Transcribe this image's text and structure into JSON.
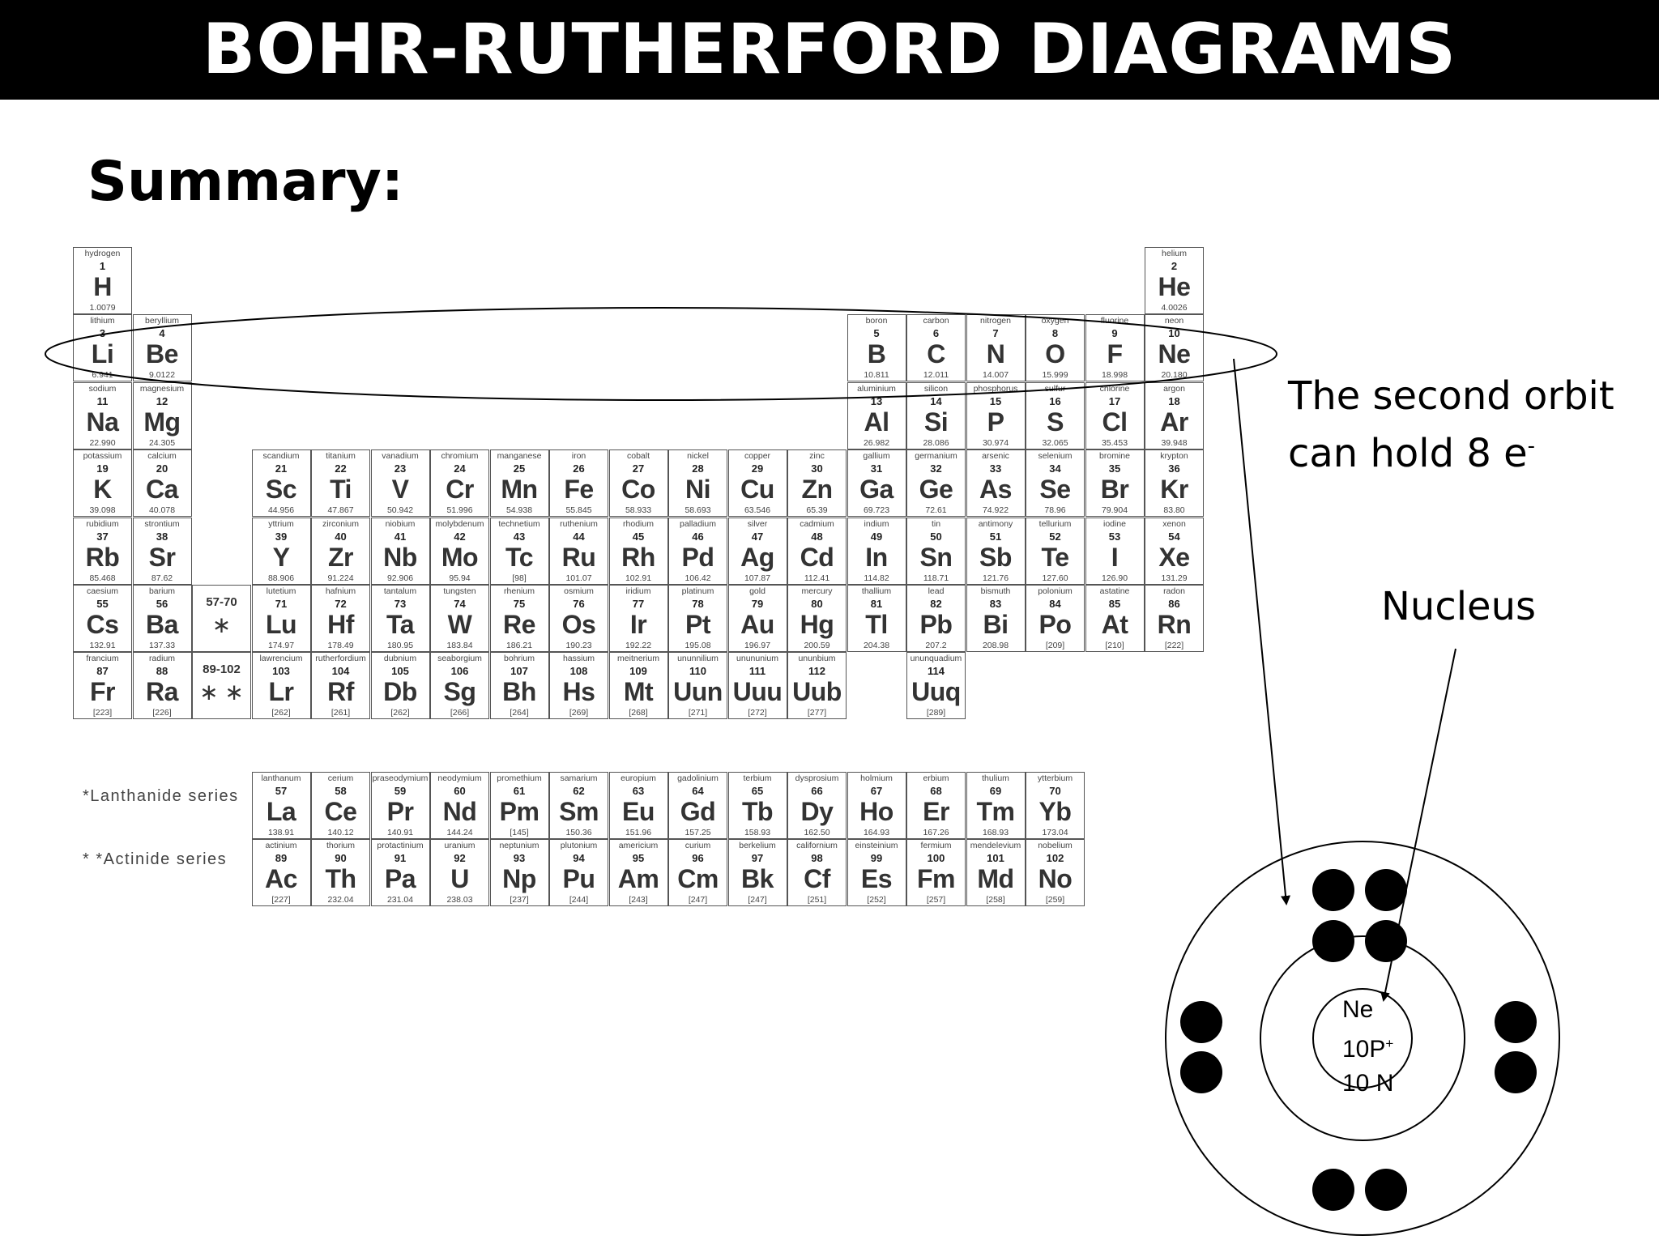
{
  "title": "BOHR-RUTHERFORD DIAGRAMS",
  "summary": "Summary:",
  "annotations": {
    "second_orbit_line1": "The second orbit",
    "second_orbit_line2": "can hold 8 e",
    "second_orbit_sup": "-",
    "nucleus": "Nucleus"
  },
  "atom": {
    "symbol": "Ne",
    "protons": "10P",
    "protons_sup": "+",
    "neutrons": "10 N",
    "orbit1_electrons": 2,
    "orbit2_electrons": 8
  },
  "series_labels": {
    "lanthanide": "*Lanthanide series",
    "actinide": "* *Actinide series"
  },
  "placeholders": [
    {
      "range": "57-70",
      "mark": "∗"
    },
    {
      "range": "89-102",
      "mark": "∗ ∗"
    }
  ],
  "elements": [
    {
      "n": "hydrogen",
      "z": "1",
      "s": "H",
      "m": "1.0079",
      "r": 1,
      "c": 1
    },
    {
      "n": "helium",
      "z": "2",
      "s": "He",
      "m": "4.0026",
      "r": 1,
      "c": 18
    },
    {
      "n": "lithium",
      "z": "3",
      "s": "Li",
      "m": "6.941",
      "r": 2,
      "c": 1
    },
    {
      "n": "beryllium",
      "z": "4",
      "s": "Be",
      "m": "9.0122",
      "r": 2,
      "c": 2
    },
    {
      "n": "boron",
      "z": "5",
      "s": "B",
      "m": "10.811",
      "r": 2,
      "c": 13
    },
    {
      "n": "carbon",
      "z": "6",
      "s": "C",
      "m": "12.011",
      "r": 2,
      "c": 14
    },
    {
      "n": "nitrogen",
      "z": "7",
      "s": "N",
      "m": "14.007",
      "r": 2,
      "c": 15
    },
    {
      "n": "oxygen",
      "z": "8",
      "s": "O",
      "m": "15.999",
      "r": 2,
      "c": 16
    },
    {
      "n": "fluorine",
      "z": "9",
      "s": "F",
      "m": "18.998",
      "r": 2,
      "c": 17
    },
    {
      "n": "neon",
      "z": "10",
      "s": "Ne",
      "m": "20.180",
      "r": 2,
      "c": 18
    },
    {
      "n": "sodium",
      "z": "11",
      "s": "Na",
      "m": "22.990",
      "r": 3,
      "c": 1
    },
    {
      "n": "magnesium",
      "z": "12",
      "s": "Mg",
      "m": "24.305",
      "r": 3,
      "c": 2
    },
    {
      "n": "aluminium",
      "z": "13",
      "s": "Al",
      "m": "26.982",
      "r": 3,
      "c": 13
    },
    {
      "n": "silicon",
      "z": "14",
      "s": "Si",
      "m": "28.086",
      "r": 3,
      "c": 14
    },
    {
      "n": "phosphorus",
      "z": "15",
      "s": "P",
      "m": "30.974",
      "r": 3,
      "c": 15
    },
    {
      "n": "sulfur",
      "z": "16",
      "s": "S",
      "m": "32.065",
      "r": 3,
      "c": 16
    },
    {
      "n": "chlorine",
      "z": "17",
      "s": "Cl",
      "m": "35.453",
      "r": 3,
      "c": 17
    },
    {
      "n": "argon",
      "z": "18",
      "s": "Ar",
      "m": "39.948",
      "r": 3,
      "c": 18
    },
    {
      "n": "potassium",
      "z": "19",
      "s": "K",
      "m": "39.098",
      "r": 4,
      "c": 1
    },
    {
      "n": "calcium",
      "z": "20",
      "s": "Ca",
      "m": "40.078",
      "r": 4,
      "c": 2
    },
    {
      "n": "scandium",
      "z": "21",
      "s": "Sc",
      "m": "44.956",
      "r": 4,
      "c": 3
    },
    {
      "n": "titanium",
      "z": "22",
      "s": "Ti",
      "m": "47.867",
      "r": 4,
      "c": 4
    },
    {
      "n": "vanadium",
      "z": "23",
      "s": "V",
      "m": "50.942",
      "r": 4,
      "c": 5
    },
    {
      "n": "chromium",
      "z": "24",
      "s": "Cr",
      "m": "51.996",
      "r": 4,
      "c": 6
    },
    {
      "n": "manganese",
      "z": "25",
      "s": "Mn",
      "m": "54.938",
      "r": 4,
      "c": 7
    },
    {
      "n": "iron",
      "z": "26",
      "s": "Fe",
      "m": "55.845",
      "r": 4,
      "c": 8
    },
    {
      "n": "cobalt",
      "z": "27",
      "s": "Co",
      "m": "58.933",
      "r": 4,
      "c": 9
    },
    {
      "n": "nickel",
      "z": "28",
      "s": "Ni",
      "m": "58.693",
      "r": 4,
      "c": 10
    },
    {
      "n": "copper",
      "z": "29",
      "s": "Cu",
      "m": "63.546",
      "r": 4,
      "c": 11
    },
    {
      "n": "zinc",
      "z": "30",
      "s": "Zn",
      "m": "65.39",
      "r": 4,
      "c": 12
    },
    {
      "n": "gallium",
      "z": "31",
      "s": "Ga",
      "m": "69.723",
      "r": 4,
      "c": 13
    },
    {
      "n": "germanium",
      "z": "32",
      "s": "Ge",
      "m": "72.61",
      "r": 4,
      "c": 14
    },
    {
      "n": "arsenic",
      "z": "33",
      "s": "As",
      "m": "74.922",
      "r": 4,
      "c": 15
    },
    {
      "n": "selenium",
      "z": "34",
      "s": "Se",
      "m": "78.96",
      "r": 4,
      "c": 16
    },
    {
      "n": "bromine",
      "z": "35",
      "s": "Br",
      "m": "79.904",
      "r": 4,
      "c": 17
    },
    {
      "n": "krypton",
      "z": "36",
      "s": "Kr",
      "m": "83.80",
      "r": 4,
      "c": 18
    },
    {
      "n": "rubidium",
      "z": "37",
      "s": "Rb",
      "m": "85.468",
      "r": 5,
      "c": 1
    },
    {
      "n": "strontium",
      "z": "38",
      "s": "Sr",
      "m": "87.62",
      "r": 5,
      "c": 2
    },
    {
      "n": "yttrium",
      "z": "39",
      "s": "Y",
      "m": "88.906",
      "r": 5,
      "c": 3
    },
    {
      "n": "zirconium",
      "z": "40",
      "s": "Zr",
      "m": "91.224",
      "r": 5,
      "c": 4
    },
    {
      "n": "niobium",
      "z": "41",
      "s": "Nb",
      "m": "92.906",
      "r": 5,
      "c": 5
    },
    {
      "n": "molybdenum",
      "z": "42",
      "s": "Mo",
      "m": "95.94",
      "r": 5,
      "c": 6
    },
    {
      "n": "technetium",
      "z": "43",
      "s": "Tc",
      "m": "[98]",
      "r": 5,
      "c": 7
    },
    {
      "n": "ruthenium",
      "z": "44",
      "s": "Ru",
      "m": "101.07",
      "r": 5,
      "c": 8
    },
    {
      "n": "rhodium",
      "z": "45",
      "s": "Rh",
      "m": "102.91",
      "r": 5,
      "c": 9
    },
    {
      "n": "palladium",
      "z": "46",
      "s": "Pd",
      "m": "106.42",
      "r": 5,
      "c": 10
    },
    {
      "n": "silver",
      "z": "47",
      "s": "Ag",
      "m": "107.87",
      "r": 5,
      "c": 11
    },
    {
      "n": "cadmium",
      "z": "48",
      "s": "Cd",
      "m": "112.41",
      "r": 5,
      "c": 12
    },
    {
      "n": "indium",
      "z": "49",
      "s": "In",
      "m": "114.82",
      "r": 5,
      "c": 13
    },
    {
      "n": "tin",
      "z": "50",
      "s": "Sn",
      "m": "118.71",
      "r": 5,
      "c": 14
    },
    {
      "n": "antimony",
      "z": "51",
      "s": "Sb",
      "m": "121.76",
      "r": 5,
      "c": 15
    },
    {
      "n": "tellurium",
      "z": "52",
      "s": "Te",
      "m": "127.60",
      "r": 5,
      "c": 16
    },
    {
      "n": "iodine",
      "z": "53",
      "s": "I",
      "m": "126.90",
      "r": 5,
      "c": 17
    },
    {
      "n": "xenon",
      "z": "54",
      "s": "Xe",
      "m": "131.29",
      "r": 5,
      "c": 18
    },
    {
      "n": "caesium",
      "z": "55",
      "s": "Cs",
      "m": "132.91",
      "r": 6,
      "c": 1
    },
    {
      "n": "barium",
      "z": "56",
      "s": "Ba",
      "m": "137.33",
      "r": 6,
      "c": 2
    },
    {
      "n": "lutetium",
      "z": "71",
      "s": "Lu",
      "m": "174.97",
      "r": 6,
      "c": 4
    },
    {
      "n": "hafnium",
      "z": "72",
      "s": "Hf",
      "m": "178.49",
      "r": 6,
      "c": 5
    },
    {
      "n": "tantalum",
      "z": "73",
      "s": "Ta",
      "m": "180.95",
      "r": 6,
      "c": 6
    },
    {
      "n": "tungsten",
      "z": "74",
      "s": "W",
      "m": "183.84",
      "r": 6,
      "c": 7
    },
    {
      "n": "rhenium",
      "z": "75",
      "s": "Re",
      "m": "186.21",
      "r": 6,
      "c": 8
    },
    {
      "n": "osmium",
      "z": "76",
      "s": "Os",
      "m": "190.23",
      "r": 6,
      "c": 9
    },
    {
      "n": "iridium",
      "z": "77",
      "s": "Ir",
      "m": "192.22",
      "r": 6,
      "c": 10
    },
    {
      "n": "platinum",
      "z": "78",
      "s": "Pt",
      "m": "195.08",
      "r": 6,
      "c": 11
    },
    {
      "n": "gold",
      "z": "79",
      "s": "Au",
      "m": "196.97",
      "r": 6,
      "c": 12
    },
    {
      "n": "mercury",
      "z": "80",
      "s": "Hg",
      "m": "200.59",
      "r": 6,
      "c": 13
    },
    {
      "n": "thallium",
      "z": "81",
      "s": "Tl",
      "m": "204.38",
      "r": 6,
      "c": 14
    },
    {
      "n": "lead",
      "z": "82",
      "s": "Pb",
      "m": "207.2",
      "r": 6,
      "c": 15
    },
    {
      "n": "bismuth",
      "z": "83",
      "s": "Bi",
      "m": "208.98",
      "r": 6,
      "c": 16
    },
    {
      "n": "polonium",
      "z": "84",
      "s": "Po",
      "m": "[209]",
      "r": 6,
      "c": 17
    },
    {
      "n": "astatine",
      "z": "85",
      "s": "At",
      "m": "[210]",
      "r": 6,
      "c": 18
    },
    {
      "n": "radon",
      "z": "86",
      "s": "Rn",
      "m": "[222]",
      "r": 6,
      "c": 19
    },
    {
      "n": "francium",
      "z": "87",
      "s": "Fr",
      "m": "[223]",
      "r": 7,
      "c": 1
    },
    {
      "n": "radium",
      "z": "88",
      "s": "Ra",
      "m": "[226]",
      "r": 7,
      "c": 2
    },
    {
      "n": "lawrencium",
      "z": "103",
      "s": "Lr",
      "m": "[262]",
      "r": 7,
      "c": 4
    },
    {
      "n": "rutherfordium",
      "z": "104",
      "s": "Rf",
      "m": "[261]",
      "r": 7,
      "c": 5
    },
    {
      "n": "dubnium",
      "z": "105",
      "s": "Db",
      "m": "[262]",
      "r": 7,
      "c": 6
    },
    {
      "n": "seaborgium",
      "z": "106",
      "s": "Sg",
      "m": "[266]",
      "r": 7,
      "c": 7
    },
    {
      "n": "bohrium",
      "z": "107",
      "s": "Bh",
      "m": "[264]",
      "r": 7,
      "c": 8
    },
    {
      "n": "hassium",
      "z": "108",
      "s": "Hs",
      "m": "[269]",
      "r": 7,
      "c": 9
    },
    {
      "n": "meitnerium",
      "z": "109",
      "s": "Mt",
      "m": "[268]",
      "r": 7,
      "c": 10
    },
    {
      "n": "ununnilium",
      "z": "110",
      "s": "Uun",
      "m": "[271]",
      "r": 7,
      "c": 11
    },
    {
      "n": "unununium",
      "z": "111",
      "s": "Uuu",
      "m": "[272]",
      "r": 7,
      "c": 12
    },
    {
      "n": "ununbium",
      "z": "112",
      "s": "Uub",
      "m": "[277]",
      "r": 7,
      "c": 13
    },
    {
      "n": "ununquadium",
      "z": "114",
      "s": "Uuq",
      "m": "[289]",
      "r": 7,
      "c": 15
    },
    {
      "n": "lanthanum",
      "z": "57",
      "s": "La",
      "m": "138.91",
      "r": 8,
      "c": 4
    },
    {
      "n": "cerium",
      "z": "58",
      "s": "Ce",
      "m": "140.12",
      "r": 8,
      "c": 5
    },
    {
      "n": "praseodymium",
      "z": "59",
      "s": "Pr",
      "m": "140.91",
      "r": 8,
      "c": 6
    },
    {
      "n": "neodymium",
      "z": "60",
      "s": "Nd",
      "m": "144.24",
      "r": 8,
      "c": 7
    },
    {
      "n": "promethium",
      "z": "61",
      "s": "Pm",
      "m": "[145]",
      "r": 8,
      "c": 8
    },
    {
      "n": "samarium",
      "z": "62",
      "s": "Sm",
      "m": "150.36",
      "r": 8,
      "c": 9
    },
    {
      "n": "europium",
      "z": "63",
      "s": "Eu",
      "m": "151.96",
      "r": 8,
      "c": 10
    },
    {
      "n": "gadolinium",
      "z": "64",
      "s": "Gd",
      "m": "157.25",
      "r": 8,
      "c": 11
    },
    {
      "n": "terbium",
      "z": "65",
      "s": "Tb",
      "m": "158.93",
      "r": 8,
      "c": 12
    },
    {
      "n": "dysprosium",
      "z": "66",
      "s": "Dy",
      "m": "162.50",
      "r": 8,
      "c": 13
    },
    {
      "n": "holmium",
      "z": "67",
      "s": "Ho",
      "m": "164.93",
      "r": 8,
      "c": 14
    },
    {
      "n": "erbium",
      "z": "68",
      "s": "Er",
      "m": "167.26",
      "r": 8,
      "c": 15
    },
    {
      "n": "thulium",
      "z": "69",
      "s": "Tm",
      "m": "168.93",
      "r": 8,
      "c": 16
    },
    {
      "n": "ytterbium",
      "z": "70",
      "s": "Yb",
      "m": "173.04",
      "r": 8,
      "c": 17
    },
    {
      "n": "actinium",
      "z": "89",
      "s": "Ac",
      "m": "[227]",
      "r": 9,
      "c": 4
    },
    {
      "n": "thorium",
      "z": "90",
      "s": "Th",
      "m": "232.04",
      "r": 9,
      "c": 5
    },
    {
      "n": "protactinium",
      "z": "91",
      "s": "Pa",
      "m": "231.04",
      "r": 9,
      "c": 6
    },
    {
      "n": "uranium",
      "z": "92",
      "s": "U",
      "m": "238.03",
      "r": 9,
      "c": 7
    },
    {
      "n": "neptunium",
      "z": "93",
      "s": "Np",
      "m": "[237]",
      "r": 9,
      "c": 8
    },
    {
      "n": "plutonium",
      "z": "94",
      "s": "Pu",
      "m": "[244]",
      "r": 9,
      "c": 9
    },
    {
      "n": "americium",
      "z": "95",
      "s": "Am",
      "m": "[243]",
      "r": 9,
      "c": 10
    },
    {
      "n": "curium",
      "z": "96",
      "s": "Cm",
      "m": "[247]",
      "r": 9,
      "c": 11
    },
    {
      "n": "berkelium",
      "z": "97",
      "s": "Bk",
      "m": "[247]",
      "r": 9,
      "c": 12
    },
    {
      "n": "californium",
      "z": "98",
      "s": "Cf",
      "m": "[251]",
      "r": 9,
      "c": 13
    },
    {
      "n": "einsteinium",
      "z": "99",
      "s": "Es",
      "m": "[252]",
      "r": 9,
      "c": 14
    },
    {
      "n": "fermium",
      "z": "100",
      "s": "Fm",
      "m": "[257]",
      "r": 9,
      "c": 15
    },
    {
      "n": "mendelevium",
      "z": "101",
      "s": "Md",
      "m": "[258]",
      "r": 9,
      "c": 16
    },
    {
      "n": "nobelium",
      "z": "102",
      "s": "No",
      "m": "[259]",
      "r": 9,
      "c": 17
    }
  ]
}
